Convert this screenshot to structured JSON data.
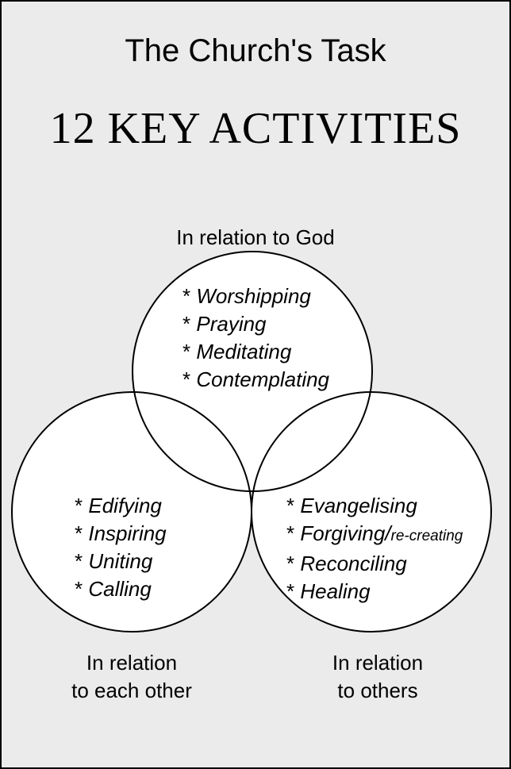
{
  "header": {
    "subtitle": "The Church's Task",
    "title": "12 KEY ACTIVITIES"
  },
  "labels": {
    "god": "In relation to God",
    "each_other": [
      "In relation",
      "to each other"
    ],
    "others": [
      "In relation",
      "to others"
    ]
  },
  "bullet": "*",
  "circles": {
    "god": [
      "Worshipping",
      "Praying",
      "Meditating",
      "Contemplating"
    ],
    "each_other": [
      "Edifying",
      "Inspiring",
      "Uniting",
      "Calling"
    ],
    "others": [
      {
        "text": "Evangelising"
      },
      {
        "text": "Forgiving/",
        "small": "re-creating"
      },
      {
        "text": "Reconciling"
      },
      {
        "text": "Healing"
      }
    ]
  },
  "colors": {
    "page_bg": "#ebebeb",
    "circle_fill": "#ffffff",
    "stroke": "#000000"
  }
}
